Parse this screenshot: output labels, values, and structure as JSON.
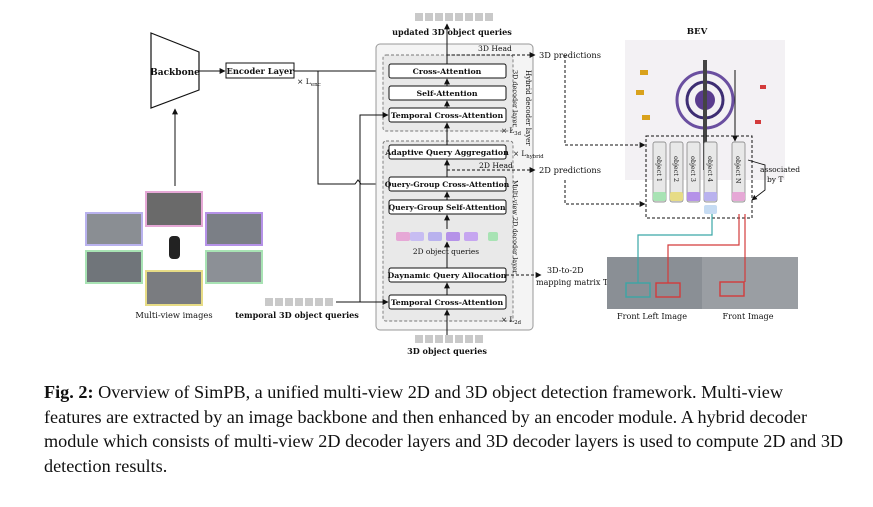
{
  "labels": {
    "backbone": "Backbone",
    "encoder": "Encoder Layer",
    "l_enc": "× L",
    "l_enc_sub": "enc",
    "updated_queries": "updated 3D object queries",
    "head_3d": "3D Head",
    "pred_3d": "3D predictions",
    "cross_attention": "Cross-Attention",
    "self_attention": "Self-Attention",
    "temporal_cross_attention_top": "Temporal Cross-Attention",
    "decoder_3d_vertical": "3D decoder layer",
    "hybrid_vertical": "Hybrid decoder layer",
    "l_3d": "× L",
    "l_3d_sub": "3d",
    "adaptive": "Adaptive Query Aggregation",
    "l_hybrid": "× L",
    "l_hybrid_sub": "hybrid",
    "head_2d": "2D Head",
    "pred_2d": "2D predictions",
    "qg_cross": "Query-Group Cross-Attention",
    "qg_self": "Query-Group Self-Attention",
    "queries_2d": "2D object queries",
    "decoder_2d_vertical": "Multi-view 2D decoder layer",
    "dynamic": "Daynamic Query Allocation",
    "mapping_1": "3D-to-2D",
    "mapping_2": "mapping matrix T",
    "temporal_cross_attention_bottom": "Temporal Cross-Attention",
    "l_2d": "× L",
    "l_2d_sub": "2d",
    "queries_3d": "3D object queries",
    "temporal_queries": "temporal 3D object queries",
    "multiview_images": "Multi-view images",
    "bev": "BEV",
    "objects": [
      "object 1",
      "object 2",
      "object 3",
      "object 4",
      "object N"
    ],
    "associated_1": "associated",
    "associated_2": "by T",
    "front_left": "Front Left Image",
    "front": "Front Image"
  },
  "caption": {
    "label": "Fig. 2:",
    "text": " Overview of SimPB, a unified multi-view 2D and 3D object detection framework. Multi-view features are extracted by an image backbone and then enhanced by an encoder module. A hybrid decoder module which consists of multi-view 2D decoder layers and 3D decoder layers is used to compute 2D and 3D detection results."
  },
  "colors": {
    "query_gray": "#c9c9c9",
    "pink": "#e6a8d6",
    "lavender": "#b9b2ee",
    "purple": "#b592e8",
    "violet": "#c6a6f0",
    "green": "#a8e3b4",
    "yellow": "#e7dc86",
    "teal": "#3aa6a6",
    "red": "#d33b3b"
  }
}
